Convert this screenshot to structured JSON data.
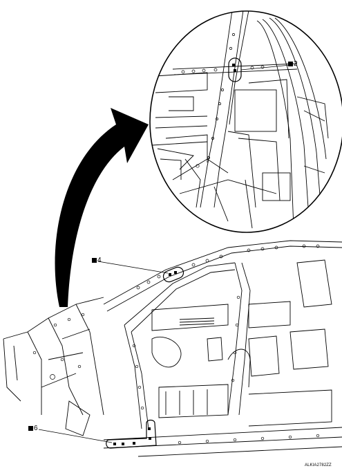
{
  "figure": {
    "callouts": [
      {
        "id": "c2",
        "text": "2"
      },
      {
        "id": "c4",
        "text": "4"
      },
      {
        "id": "c6",
        "text": "6"
      }
    ],
    "figure_id": "ALKIA2782ZZ"
  }
}
